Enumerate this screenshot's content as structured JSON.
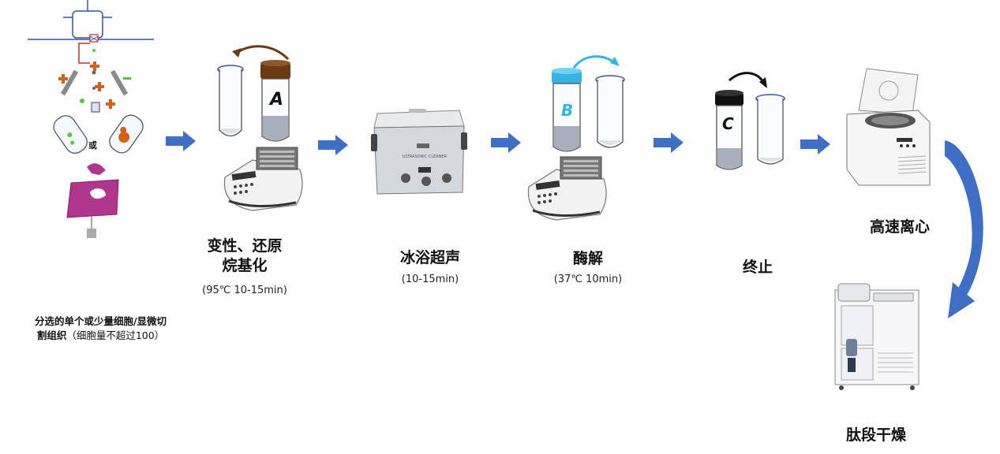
{
  "steps": {
    "s1": {
      "or_label": "或",
      "caption_bold1": "分选的单个或少量细胞/显微切",
      "caption_bold2": "割组织",
      "caption_normal2": "（细胞量不超过100）"
    },
    "s2": {
      "title1": "变性、还原",
      "title2": "烷基化",
      "sub": "(95℃ 10-15min)",
      "tube_label": "A"
    },
    "s3": {
      "title": "冰浴超声",
      "sub": "(10-15min)",
      "device_text": "ULTRASONIC CLEANER"
    },
    "s4": {
      "title": "酶解",
      "sub": "(37℃ 10min)",
      "tube_label": "B"
    },
    "s5": {
      "title": "终止",
      "tube_label": "C"
    },
    "s6": {
      "title": "高速离心"
    },
    "s7": {
      "title": "肽段干燥"
    }
  },
  "colors": {
    "arrow": "#3f6fc4",
    "cap_brown": "#6b3a12",
    "cap_blue": "#34b4e3",
    "cap_black": "#111111",
    "liquid": "#a9aebb",
    "tissue": "#b0368c",
    "particle_orange": "#d0621a",
    "particle_green": "#59c43a",
    "frame_blue": "#33559a",
    "frame_red": "#c0302e"
  }
}
